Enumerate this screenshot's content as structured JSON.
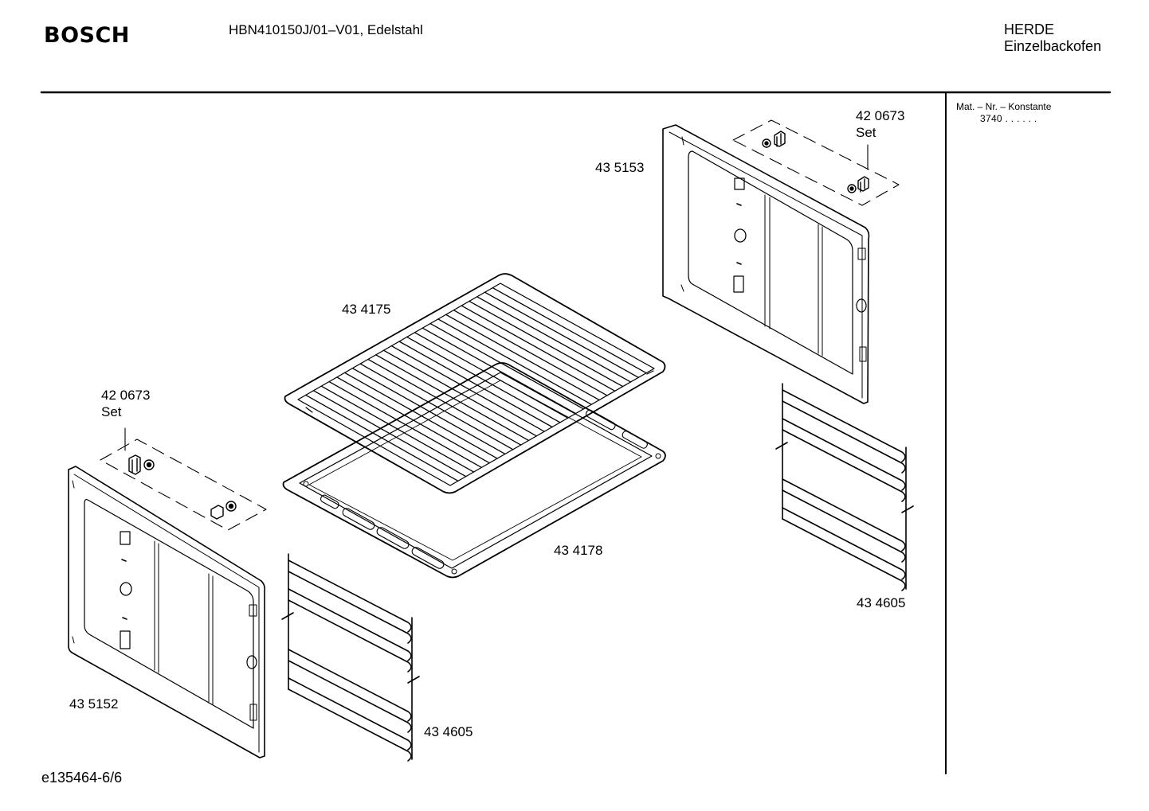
{
  "header": {
    "brand": "BOSCH",
    "model": "HBN410150J/01–V01, Edelstahl",
    "category_line1": "HERDE",
    "category_line2": "Einzelbackofen"
  },
  "sidebar": {
    "mat_label": "Mat. – Nr. – Konstante",
    "mat_value": "3740  .  .  .  .  .  ."
  },
  "parts": [
    {
      "number": "42 0673",
      "note": "Set"
    },
    {
      "number": "43 5153",
      "note": ""
    },
    {
      "number": "43 4175",
      "note": ""
    },
    {
      "number": "42 0673",
      "note": "Set"
    },
    {
      "number": "43 4178",
      "note": ""
    },
    {
      "number": "43 4605",
      "note": ""
    },
    {
      "number": "43 5152",
      "note": ""
    },
    {
      "number": "43 4605",
      "note": ""
    }
  ],
  "footer": {
    "doc_id": "e135464-6/6"
  }
}
